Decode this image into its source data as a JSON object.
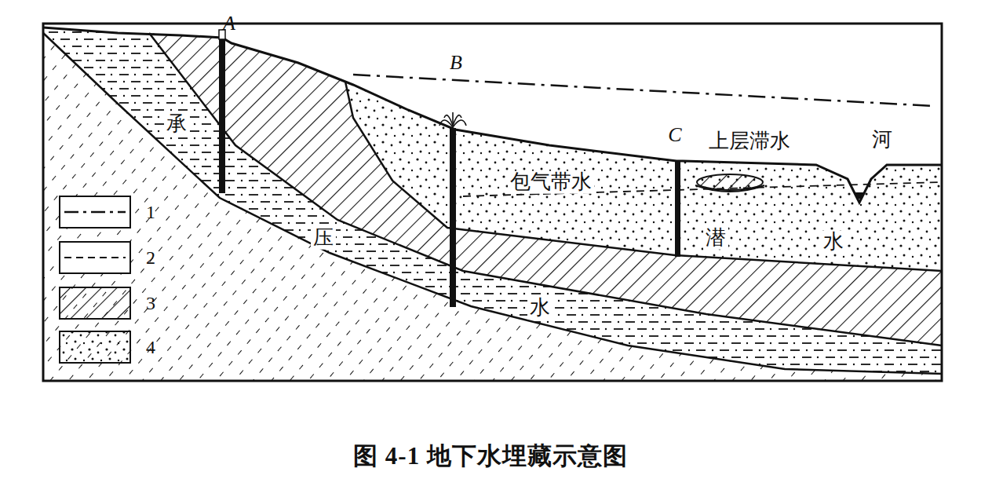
{
  "diagram": {
    "caption": "图 4-1 地下水埋藏示意图",
    "labels": [
      "A",
      "B",
      "C",
      "承",
      "压",
      "水",
      "包气带水",
      "上层滞水",
      "潜",
      "水",
      "河"
    ],
    "legend": [
      {
        "text": "1"
      },
      {
        "text": "2"
      },
      {
        "text": "3"
      },
      {
        "text": "4"
      }
    ]
  }
}
